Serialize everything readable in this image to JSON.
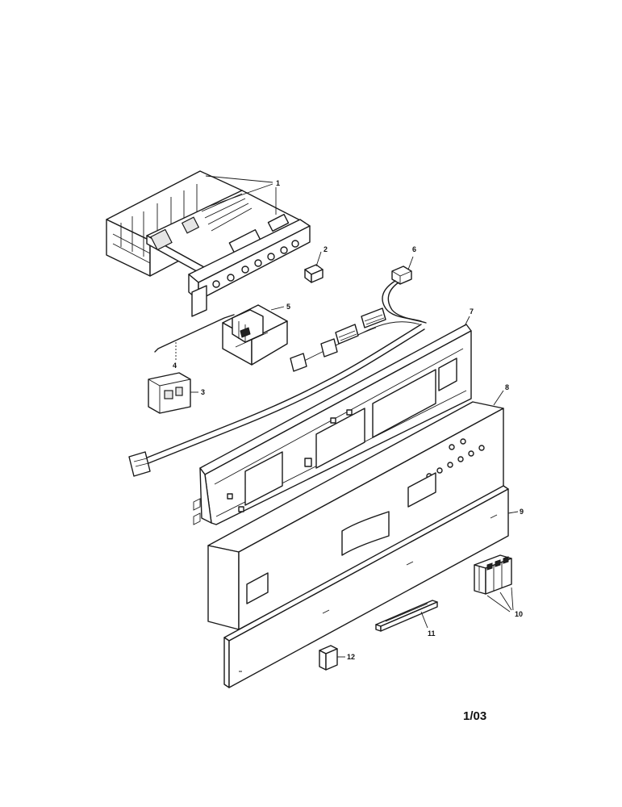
{
  "diagram": {
    "callouts": {
      "c1": "1",
      "c2": "2",
      "c3": "3",
      "c4": "4",
      "c5": "5",
      "c6": "6",
      "c7": "7",
      "c8": "8",
      "c9": "9",
      "c10": "10",
      "c11": "11",
      "c12": "12"
    },
    "page_code": "1/03"
  }
}
